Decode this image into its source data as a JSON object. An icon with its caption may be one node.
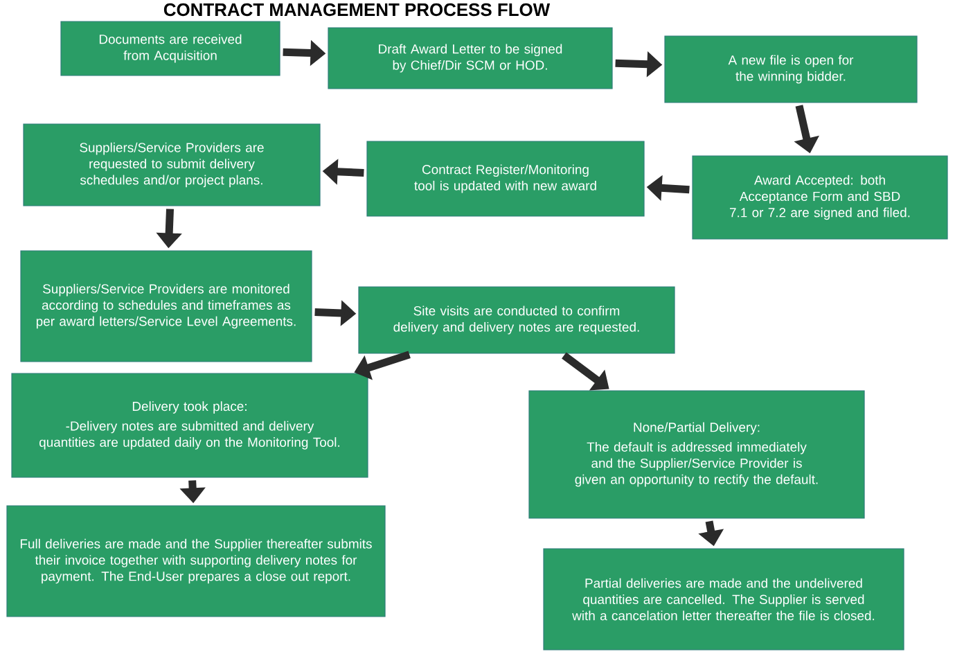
{
  "diagram": {
    "title": "CONTRACT MANAGEMENT PROCESS FLOW",
    "nodes": [
      {
        "text": [
          "Documents are received from Acquisition"
        ]
      },
      {
        "text": [
          "Draft Award Letter to be signed by Chief/Dir SCM or HOD."
        ]
      },
      {
        "text": [
          "A new file is open for the winning bidder."
        ]
      },
      {
        "text": [
          "Award Accepted: both Acceptance Form and SBD 7.1 or 7.2 are signed and filed."
        ]
      },
      {
        "text": [
          "Contract Register/Monitoring tool is updated with new award"
        ]
      },
      {
        "text": [
          "Suppliers/Service Providers are requested to submit delivery schedules and/or project plans."
        ]
      },
      {
        "text": [
          "Suppliers/Service Providers are monitored according to schedules and timeframes as per award letters/Service Level Agreements."
        ]
      },
      {
        "text": [
          "Site visits are conducted to confirm delivery and delivery notes are requested."
        ]
      },
      {
        "text": [
          "Delivery took place:",
          "-Delivery notes are submitted and delivery quantities are updated daily on the Monitoring Tool."
        ]
      },
      {
        "text": [
          "None/Partial Delivery:",
          "The default is addressed immediately and the Supplier/Service Provider is given an opportunity to rectify the default."
        ]
      },
      {
        "text": [
          "Full deliveries are made and the Supplier thereafter submits their invoice together with supporting delivery notes for payment. The End-User prepares a close out report."
        ]
      },
      {
        "text": [
          "Partial deliveries are made and the undelivered quantities are cancelled. The Supplier is served with a cancelation letter thereafter the file is closed."
        ]
      }
    ],
    "edges": [
      {
        "from": 0,
        "to": 1,
        "arrow": "to"
      },
      {
        "from": 1,
        "to": 2,
        "arrow": "to"
      },
      {
        "from": 2,
        "to": 3,
        "arrow": "to"
      },
      {
        "from": 3,
        "to": 4,
        "arrow": "to"
      },
      {
        "from": 4,
        "to": 5,
        "arrow": "to"
      },
      {
        "from": 5,
        "to": 6,
        "arrow": "to"
      },
      {
        "from": 6,
        "to": 7,
        "arrow": "to"
      },
      {
        "from": 7,
        "to": 8,
        "arrow": "to"
      },
      {
        "from": 7,
        "to": 9,
        "arrow": "to"
      },
      {
        "from": 8,
        "to": 10,
        "arrow": "to"
      },
      {
        "from": 9,
        "to": 11,
        "arrow": "to"
      }
    ]
  }
}
